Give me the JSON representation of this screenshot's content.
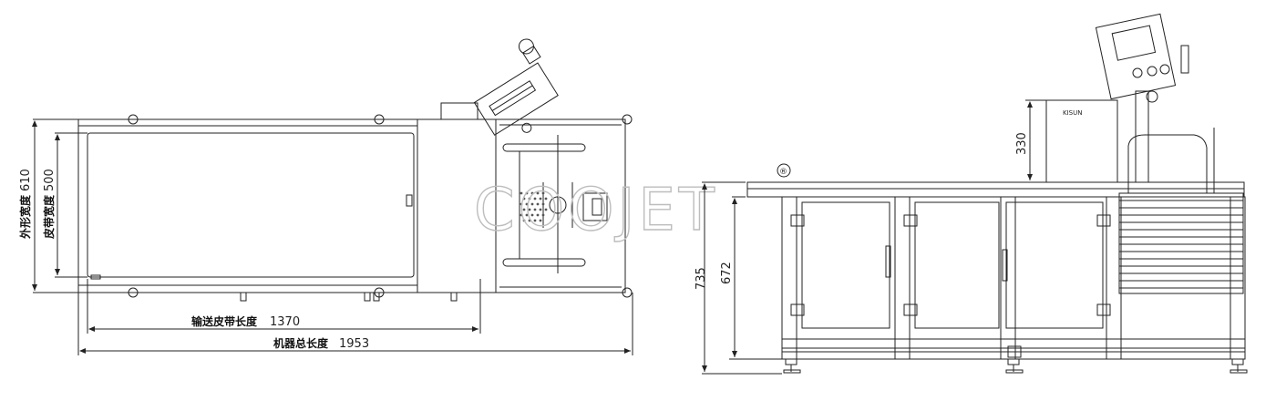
{
  "drawing": {
    "top_view": {
      "outer_width": {
        "label": "外形宽度",
        "value": "610"
      },
      "belt_width": {
        "label": "皮带宽度",
        "value": "500"
      },
      "belt_length": {
        "label": "输送皮带长度",
        "value": "1370"
      },
      "machine_length": {
        "label": "机器总长度",
        "value": "1953"
      }
    },
    "side_view": {
      "height_total": "735",
      "height_conveyor": "672",
      "head_height": "330",
      "registered_mark": "®",
      "brand_plate": "KISUN"
    },
    "watermark": "COOJET"
  },
  "colors": {
    "line": "#222222",
    "watermark": "#bdbdbd",
    "background": "#ffffff"
  }
}
